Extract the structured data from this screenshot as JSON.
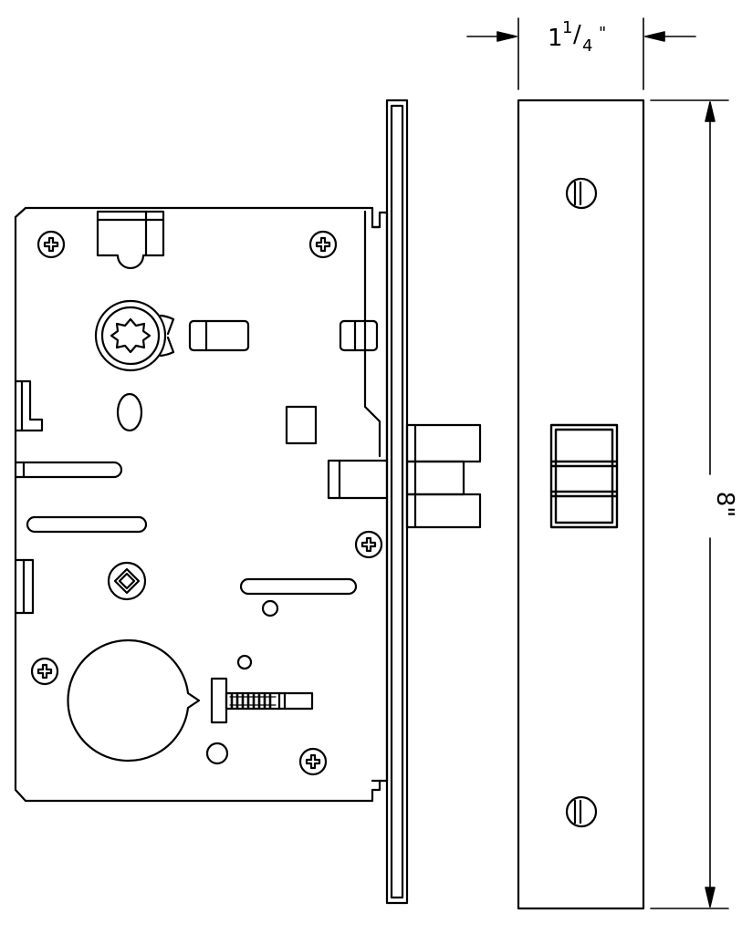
{
  "dimensions": {
    "width": {
      "whole": "1",
      "numerator": "1",
      "denominator": "4",
      "unit": "\""
    },
    "height": {
      "label": "8\""
    }
  },
  "colors": {
    "line": "#000000",
    "background": "#ffffff"
  }
}
